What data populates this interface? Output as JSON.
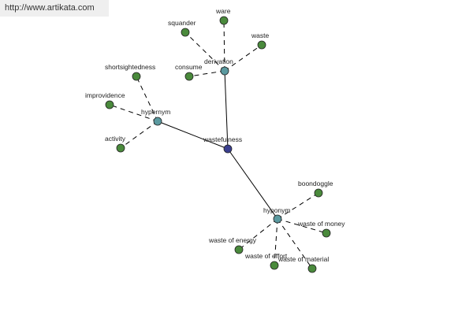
{
  "header": {
    "url": "http://www.artikata.com"
  },
  "colors": {
    "root": "#3a3f8f",
    "relation": "#5b9aa0",
    "leaf": "#4a8a3c"
  },
  "graph": {
    "root": "wastefulness",
    "relations": [
      {
        "id": "derivation",
        "label": "derivation",
        "leaves": [
          "squander",
          "ware",
          "waste",
          "consume"
        ]
      },
      {
        "id": "hypernym",
        "label": "hypernym",
        "leaves": [
          "shortsightedness",
          "improvidence",
          "activity"
        ]
      },
      {
        "id": "hyponym",
        "label": "hyponym",
        "leaves": [
          "boondoggle",
          "waste of money",
          "waste of energy",
          "waste of effort",
          "waste of material"
        ]
      }
    ]
  }
}
